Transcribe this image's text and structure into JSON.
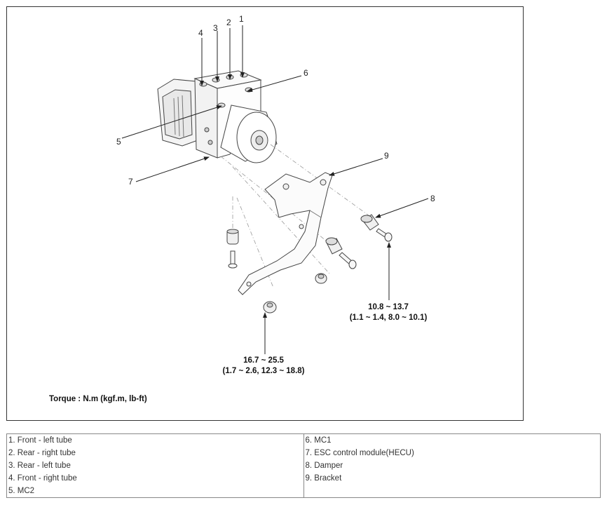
{
  "callouts": [
    "1",
    "2",
    "3",
    "4",
    "5",
    "6",
    "7",
    "8",
    "9"
  ],
  "torque": {
    "lower": {
      "line1": "16.7 ~ 25.5",
      "line2": "(1.7 ~ 2.6, 12.3 ~ 18.8)"
    },
    "right": {
      "line1": "10.8 ~ 13.7",
      "line2": "(1.1 ~ 1.4, 8.0 ~ 10.1)"
    },
    "note": "Torque : N.m (kgf.m, lb-ft)"
  },
  "legend": {
    "left": [
      "1. Front - left tube",
      "2. Rear - right tube",
      "3. Rear - left tube",
      "4. Front - right tube",
      "5. MC2"
    ],
    "right": [
      "6. MC1",
      "7. ESC control module(HECU)",
      "8. Damper",
      "9. Bracket",
      ""
    ]
  }
}
